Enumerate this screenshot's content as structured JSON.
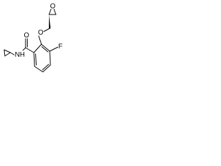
{
  "molecule": {
    "atoms": {
      "epoxide_oxygen": "O",
      "ether_oxygen": "O",
      "carbonyl_oxygen": "O",
      "amide_nitrogen": "NH",
      "fluorine": "F"
    },
    "colors": {
      "bond": "#000000",
      "label": "#000000",
      "background": "#ffffff"
    }
  }
}
